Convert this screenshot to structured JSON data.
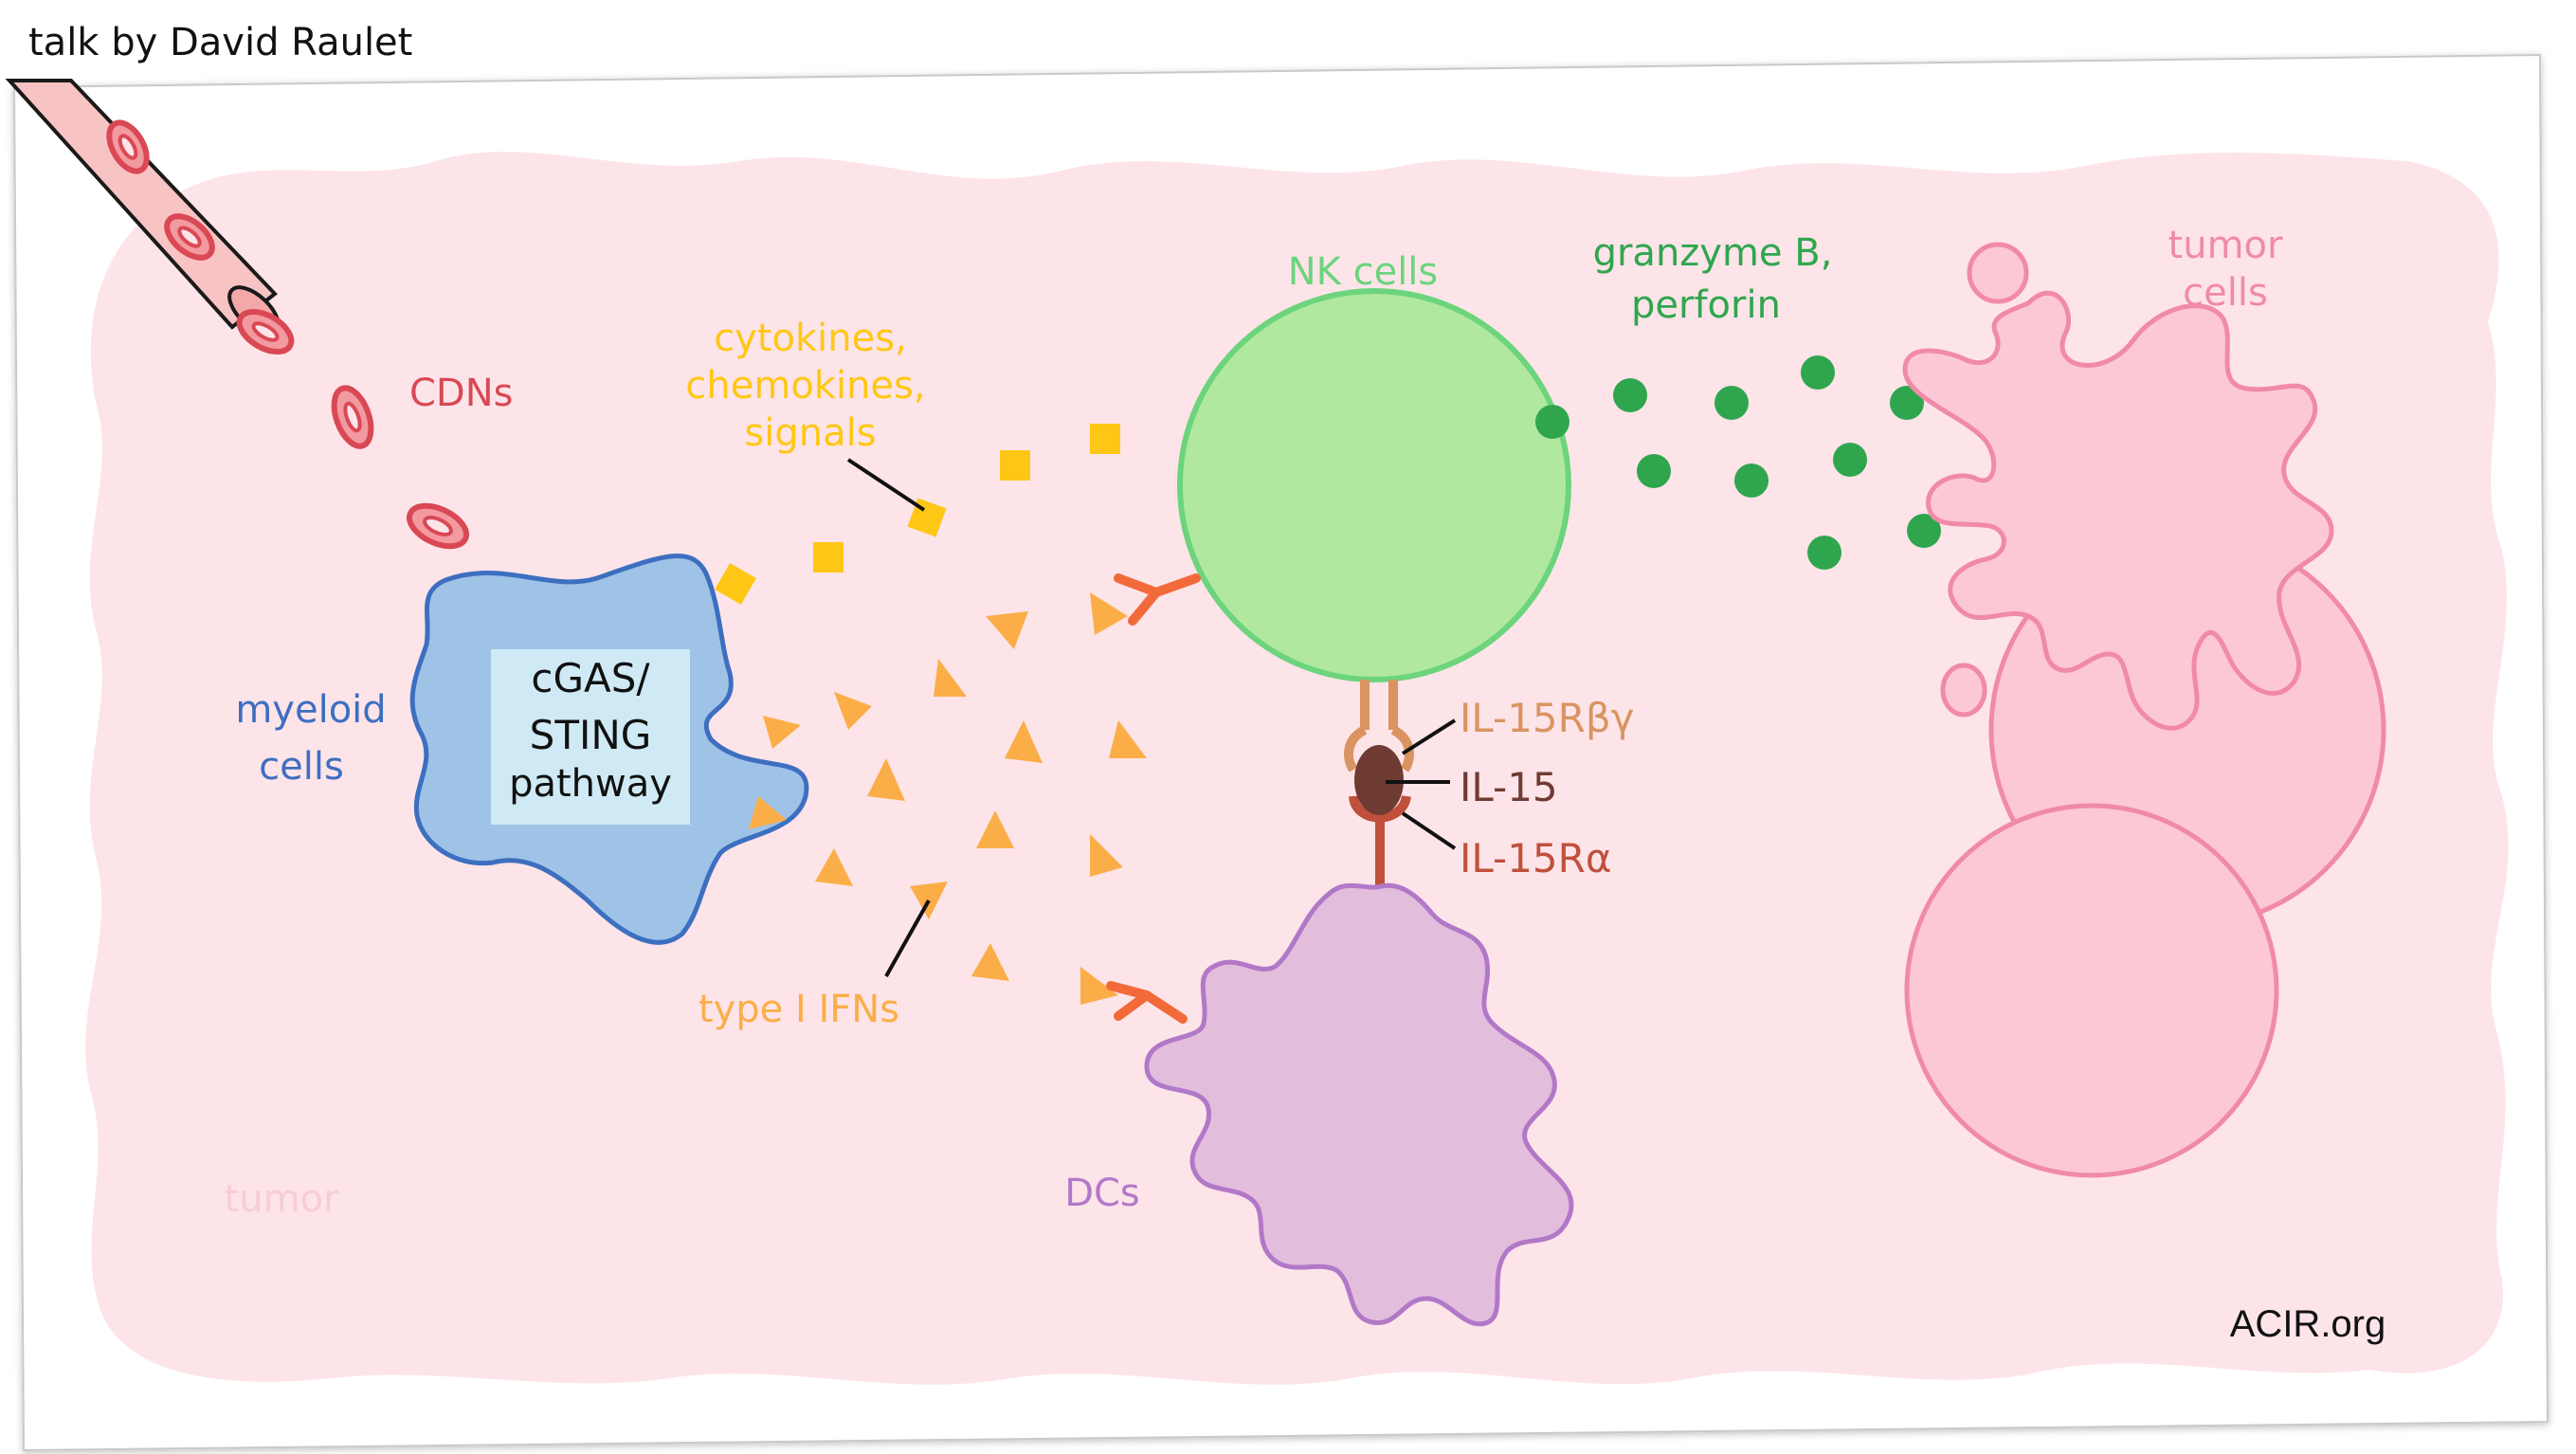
{
  "credit": "talk by David Raulet",
  "watermark": "ACIR.org",
  "colors": {
    "background": "#fde4e9",
    "vessel": "#f8c3c3",
    "cdn": "#d94854",
    "myeloid_fill": "#9fc2e7",
    "myeloid_stroke": "#3d6fc0",
    "sting_box": "#cfeaf5",
    "cytokine": "#ffc715",
    "ifn": "#fbae48",
    "nk_fill": "#b0e8a0",
    "nk_stroke": "#6cd47c",
    "granzyme": "#2fa64e",
    "receptor": "#f26a3a",
    "il15": "#6e3b32",
    "il15r_bg": "#d99461",
    "il15r_a": "#c0503c",
    "dc_fill": "#e2bedc",
    "dc_stroke": "#b278c8",
    "tumor_fill": "#fcc8d6",
    "tumor_stroke": "#f08aa8"
  },
  "labels": {
    "cdns": "CDNs",
    "myeloid_1": "myeloid",
    "myeloid_2": "cells",
    "sting_1": "cGAS/",
    "sting_2": "STING",
    "sting_3": "pathway",
    "cytokines_1": "cytokines,",
    "cytokines_2": "chemokines,",
    "cytokines_3": "signals",
    "type_ifn": "type I IFNs",
    "nk_cells": "NK cells",
    "granzyme_1": "granzyme B,",
    "granzyme_2": "perforin",
    "tumor_cells_1": "tumor",
    "tumor_cells_2": "cells",
    "il15rbg": "IL-15Rβγ",
    "il15": "IL-15",
    "il15ra": "IL-15Rα",
    "dcs": "DCs",
    "tumor": "tumor"
  }
}
